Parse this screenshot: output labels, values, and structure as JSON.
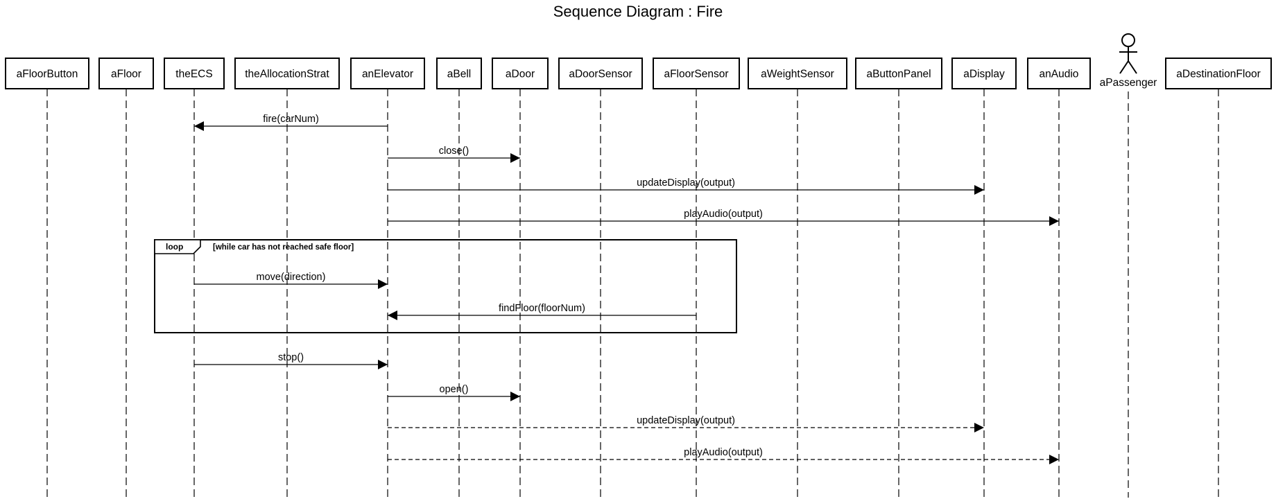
{
  "title": "Sequence Diagram : Fire",
  "participants": [
    {
      "id": "aFloorButton",
      "label": "aFloorButton",
      "kind": "object"
    },
    {
      "id": "aFloor",
      "label": "aFloor",
      "kind": "object"
    },
    {
      "id": "theECS",
      "label": "theECS",
      "kind": "object"
    },
    {
      "id": "theAllocationStrat",
      "label": "theAllocationStrat",
      "kind": "object"
    },
    {
      "id": "anElevator",
      "label": "anElevator",
      "kind": "object"
    },
    {
      "id": "aBell",
      "label": "aBell",
      "kind": "object"
    },
    {
      "id": "aDoor",
      "label": "aDoor",
      "kind": "object"
    },
    {
      "id": "aDoorSensor",
      "label": "aDoorSensor",
      "kind": "object"
    },
    {
      "id": "aFloorSensor",
      "label": "aFloorSensor",
      "kind": "object"
    },
    {
      "id": "aWeightSensor",
      "label": "aWeightSensor",
      "kind": "object"
    },
    {
      "id": "aButtonPanel",
      "label": "aButtonPanel",
      "kind": "object"
    },
    {
      "id": "aDisplay",
      "label": "aDisplay",
      "kind": "object"
    },
    {
      "id": "anAudio",
      "label": "anAudio",
      "kind": "object"
    },
    {
      "id": "aPassenger",
      "label": "aPassenger",
      "kind": "actor"
    },
    {
      "id": "aDestinationFloor",
      "label": "aDestinationFloor",
      "kind": "object"
    }
  ],
  "messages": [
    {
      "from": "anElevator",
      "to": "theECS",
      "label": "fire(carNum)",
      "style": "solid"
    },
    {
      "from": "anElevator",
      "to": "aDoor",
      "label": "close()",
      "style": "solid"
    },
    {
      "from": "anElevator",
      "to": "aDisplay",
      "label": "updateDisplay(output)",
      "style": "solid"
    },
    {
      "from": "anElevator",
      "to": "anAudio",
      "label": "playAudio(output)",
      "style": "solid"
    },
    {
      "from": "theECS",
      "to": "anElevator",
      "label": "move(direction)",
      "style": "solid"
    },
    {
      "from": "aFloorSensor",
      "to": "anElevator",
      "label": "findFloor(floorNum)",
      "style": "solid"
    },
    {
      "from": "theECS",
      "to": "anElevator",
      "label": "stop()",
      "style": "solid"
    },
    {
      "from": "anElevator",
      "to": "aDoor",
      "label": "open()",
      "style": "solid"
    },
    {
      "from": "anElevator",
      "to": "aDisplay",
      "label": "updateDisplay(output)",
      "style": "dashed"
    },
    {
      "from": "anElevator",
      "to": "anAudio",
      "label": "playAudio(output)",
      "style": "dashed"
    }
  ],
  "fragments": [
    {
      "operator": "loop",
      "guard": "[while car has not reached safe floor]",
      "first_message": 4,
      "last_message": 5
    }
  ]
}
